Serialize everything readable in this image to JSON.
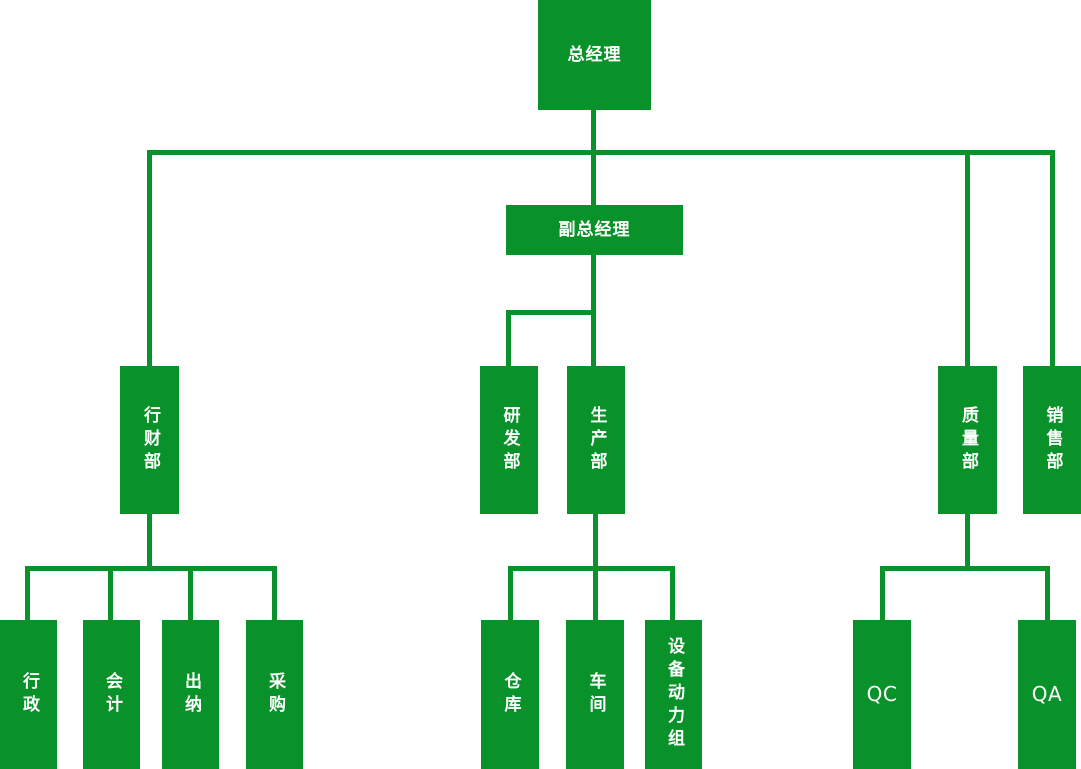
{
  "chart": {
    "title_node": "总经理",
    "accent_color": "#089229",
    "background_color": "#ffffff",
    "text_color": "#ffffff",
    "type": "organization-chart",
    "levels": 4
  },
  "nodes": {
    "general_manager": {
      "label": "总经理",
      "orientation": "horizontal"
    },
    "deputy_general_manager": {
      "label": "副总经理",
      "orientation": "horizontal"
    },
    "admin_finance_dept": {
      "label": "行财部",
      "orientation": "vertical"
    },
    "rd_dept": {
      "label": "研发部",
      "orientation": "vertical"
    },
    "production_dept": {
      "label": "生产部",
      "orientation": "vertical"
    },
    "quality_dept": {
      "label": "质量部",
      "orientation": "vertical"
    },
    "sales_dept": {
      "label": "销售部",
      "orientation": "vertical"
    },
    "administration": {
      "label": "行政",
      "orientation": "vertical"
    },
    "accounting": {
      "label": "会计",
      "orientation": "vertical"
    },
    "cashier": {
      "label": "出纳",
      "orientation": "vertical"
    },
    "purchasing": {
      "label": "采购",
      "orientation": "vertical"
    },
    "warehouse": {
      "label": "仓库",
      "orientation": "vertical"
    },
    "workshop": {
      "label": "车间",
      "orientation": "vertical"
    },
    "equipment_power_group": {
      "label": "设备动力组",
      "orientation": "vertical"
    },
    "qc": {
      "label": "QC",
      "orientation": "horizontal"
    },
    "qa": {
      "label": "QA",
      "orientation": "horizontal"
    }
  }
}
